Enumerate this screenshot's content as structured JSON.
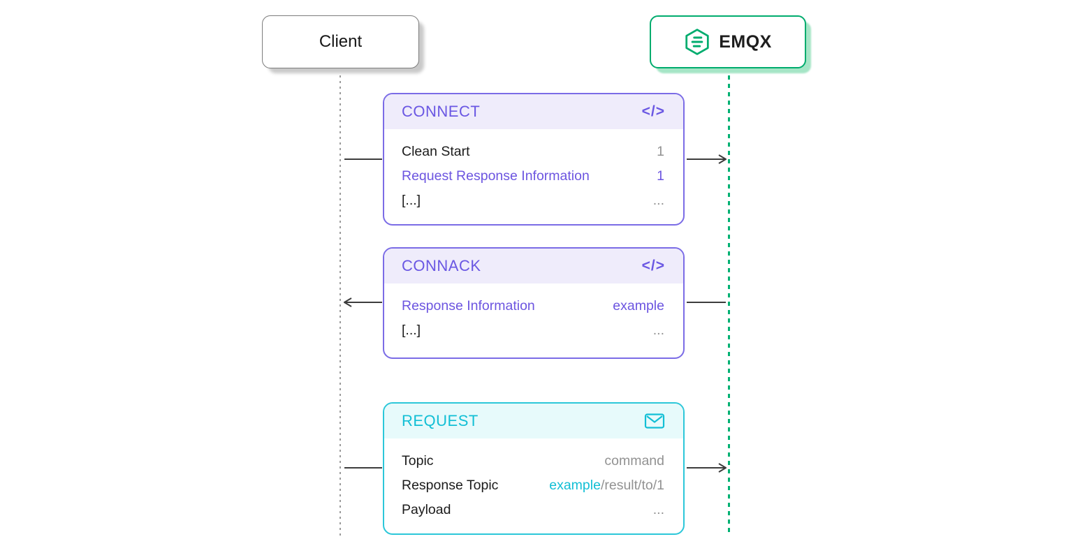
{
  "actors": {
    "client": {
      "label": "Client"
    },
    "emqx": {
      "label": "EMQX",
      "logo_icon": "emqx-hexagon-icon"
    }
  },
  "lifelines": {
    "client_style": "gray-dotted",
    "emqx_style": "green-dashed"
  },
  "messages": [
    {
      "id": "connect",
      "title": "CONNECT",
      "theme": "purple",
      "icon": "code-icon",
      "icon_glyph": "</>",
      "direction": "right",
      "rows": [
        {
          "label": "Clean Start",
          "label_color": "dark",
          "values": [
            {
              "text": "1",
              "color": "gray"
            }
          ]
        },
        {
          "label": "Request Response Information",
          "label_color": "accent",
          "values": [
            {
              "text": "1",
              "color": "accent"
            }
          ]
        },
        {
          "label": "[...]",
          "label_color": "dark",
          "values": [
            {
              "text": "...",
              "color": "gray"
            }
          ]
        }
      ]
    },
    {
      "id": "connack",
      "title": "CONNACK",
      "theme": "purple",
      "icon": "code-icon",
      "icon_glyph": "</>",
      "direction": "left",
      "rows": [
        {
          "label": "Response Information",
          "label_color": "accent",
          "values": [
            {
              "text": "example",
              "color": "accent"
            }
          ]
        },
        {
          "label": "[...]",
          "label_color": "dark",
          "values": [
            {
              "text": "...",
              "color": "gray"
            }
          ]
        }
      ]
    },
    {
      "id": "request",
      "title": "REQUEST",
      "theme": "teal",
      "icon": "mail-icon",
      "icon_glyph": "",
      "direction": "right",
      "rows": [
        {
          "label": "Topic",
          "label_color": "dark",
          "values": [
            {
              "text": "command",
              "color": "gray"
            }
          ]
        },
        {
          "label": "Response Topic",
          "label_color": "dark",
          "values": [
            {
              "text": "example",
              "color": "accent"
            },
            {
              "text": "/result/to/1",
              "color": "gray"
            }
          ]
        },
        {
          "label": "Payload",
          "label_color": "dark",
          "values": [
            {
              "text": "...",
              "color": "gray"
            }
          ]
        }
      ]
    }
  ],
  "colors": {
    "purple_border": "#7b6ce6",
    "purple_header_bg": "#efecfb",
    "purple_text": "#6c55e0",
    "teal_border": "#2cc7d9",
    "teal_header_bg": "#e7fafb",
    "teal_text": "#12bfd5",
    "green_brand": "#00ac6e",
    "green_dash": "#00b173",
    "gray_value": "#929292",
    "dark_text": "#1b1b1b",
    "arrow": "#3d3d3d"
  }
}
